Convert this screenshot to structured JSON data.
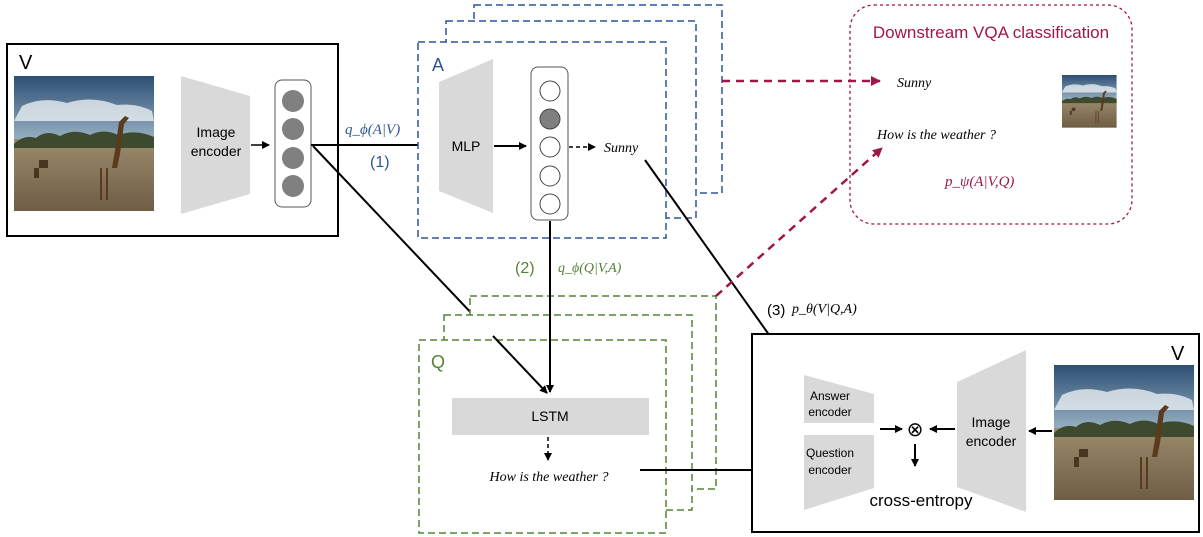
{
  "panel_v_left": {
    "label": "V"
  },
  "image_encoder_left": {
    "line1": "Image",
    "line2": "encoder"
  },
  "edge_q_av": {
    "formula": "q_ϕ(A|V)",
    "step": "(1)"
  },
  "panel_a": {
    "label": "A"
  },
  "mlp": {
    "label": "MLP"
  },
  "answer_output": {
    "text": "Sunny"
  },
  "edge_q_qva": {
    "step": "(2)",
    "formula": "q_ϕ(Q|V,A)"
  },
  "panel_q": {
    "label": "Q"
  },
  "lstm": {
    "label": "LSTM"
  },
  "question_output": {
    "text": "How is the weather ?"
  },
  "downstream": {
    "title": "Downstream VQA classification",
    "answer": "Sunny",
    "question": "How is the weather ?",
    "formula": "p_ψ(A|V,Q)"
  },
  "edge_p_vqa": {
    "step": "(3)",
    "formula": "p_θ(V|Q,A)"
  },
  "panel_v_right": {
    "label": "V",
    "answer_encoder_line1": "Answer",
    "answer_encoder_line2": "encoder",
    "question_encoder_line1": "Question",
    "question_encoder_line2": "encoder",
    "image_encoder_line1": "Image",
    "image_encoder_line2": "encoder",
    "combine_symbol": "⊗",
    "loss": "cross-entropy"
  },
  "colors": {
    "blue": "#2f5597",
    "green": "#548235",
    "crimson": "#a0164a",
    "encoder_gray": "#d9d9d9",
    "neuron_gray": "#7f7f7f"
  },
  "icons": [
    "giraffe-photo",
    "neuron-circle",
    "combine-operator"
  ]
}
